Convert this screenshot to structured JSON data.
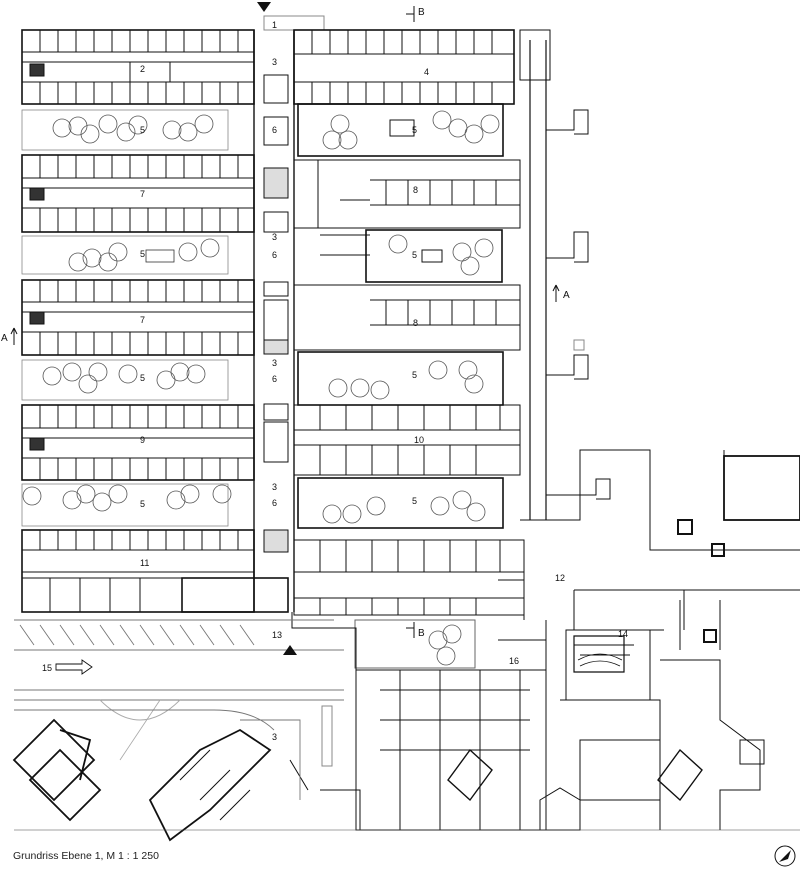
{
  "caption": "Grundriss Ebene 1, M 1 : 1 250",
  "section_markers": {
    "a_left": "A",
    "a_right": "A",
    "b_top": "B",
    "b_bottom": "B"
  },
  "labels": {
    "n1": "1",
    "n2": "2",
    "n3a": "3",
    "n3b": "3",
    "n3c": "3",
    "n3d": "3",
    "n3e": "3",
    "n4": "4",
    "n5a": "5",
    "n5b": "5",
    "n5c": "5",
    "n5d": "5",
    "n5e": "5",
    "n5f": "5",
    "n5g": "5",
    "n5h": "5",
    "n6a": "6",
    "n6b": "6",
    "n6c": "6",
    "n6d": "6",
    "n7a": "7",
    "n7b": "7",
    "n8a": "8",
    "n8b": "8",
    "n9": "9",
    "n10": "10",
    "n11": "11",
    "n12": "12",
    "n13": "13",
    "n14": "14",
    "n15": "15",
    "n16": "16"
  },
  "icons": {
    "entrance_top": "triangle-down-icon",
    "entrance_bottom": "triangle-up-icon",
    "north": "north-arrow-icon",
    "car_arrow": "arrow-right-outline-icon"
  }
}
